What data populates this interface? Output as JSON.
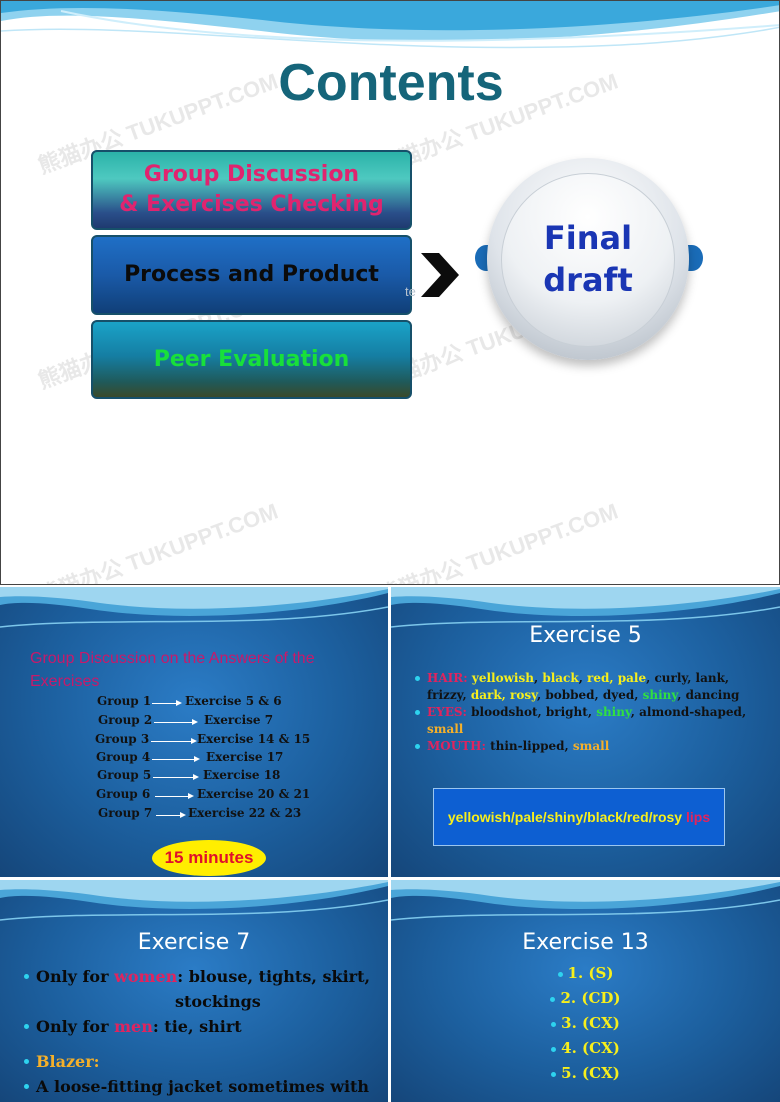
{
  "main_slide": {
    "title": "Contents",
    "items": [
      {
        "line1": "Group Discussion",
        "line2": "& Exercises Checking"
      },
      {
        "line1": "Process and Product",
        "line2": ""
      },
      {
        "line1": "Peer Evaluation",
        "line2": ""
      }
    ],
    "ghost_text": "te",
    "circle_line1": "Final",
    "circle_line2": "draft",
    "watermark": "熊猫办公 TUKUPPT.COM"
  },
  "group_slide": {
    "heading": "Group Discussion on the Answers of the Exercises",
    "rows": [
      {
        "group": "Group 1",
        "exercise": "Exercise 5 & 6"
      },
      {
        "group": "Group 2",
        "exercise": "Exercise  7"
      },
      {
        "group": "Group 3",
        "exercise": "Exercise 14 & 15"
      },
      {
        "group": "Group 4",
        "exercise": "Exercise 17"
      },
      {
        "group": "Group 5",
        "exercise": "Exercise 18"
      },
      {
        "group": "Group 6",
        "exercise": "Exercise 20 & 21"
      },
      {
        "group": "Group 7",
        "exercise": "Exercise 22 & 23"
      }
    ],
    "timer": "15 minutes"
  },
  "exercise5": {
    "title": "Exercise 5",
    "hair_label": "HAIR:",
    "hair_yellowish": "yellowish",
    "hair_black": "black",
    "hair_red_pale": "red, pale",
    "hair_curly": "curly, lank,",
    "hair_frizzy": "frizzy,",
    "hair_dark_rosy": "dark, rosy",
    "hair_bobbed": "bobbed, dyed,",
    "hair_shiny": "shiny",
    "hair_dancing": ", dancing",
    "eyes_label": "EYES:",
    "eyes_text": "bloodshot, bright,",
    "eyes_shiny": "shiny",
    "eyes_almond": ", almond-shaped,",
    "eyes_small": "small",
    "mouth_label": "MOUTH:",
    "mouth_text": "thin-lipped,",
    "mouth_small": "small",
    "box_text": "yellowish/pale/shiny/black/red/rosy",
    "box_lips": "lips"
  },
  "exercise7": {
    "title": "Exercise 7",
    "women_prefix": "Only for",
    "women_word": "women",
    "women_items": ": blouse, tights, skirt,",
    "women_items2": "stockings",
    "men_prefix": "Only for",
    "men_word": "men",
    "men_items": ": tie, shirt",
    "blazer_label": "Blazer:",
    "blazer_def": "A loose-fitting jacket sometimes with"
  },
  "exercise13": {
    "title": "Exercise 13",
    "answers": [
      "1. (S)",
      "2. (CD)",
      "3. (CX)",
      "4. (CX)",
      "5. (CX)"
    ]
  }
}
